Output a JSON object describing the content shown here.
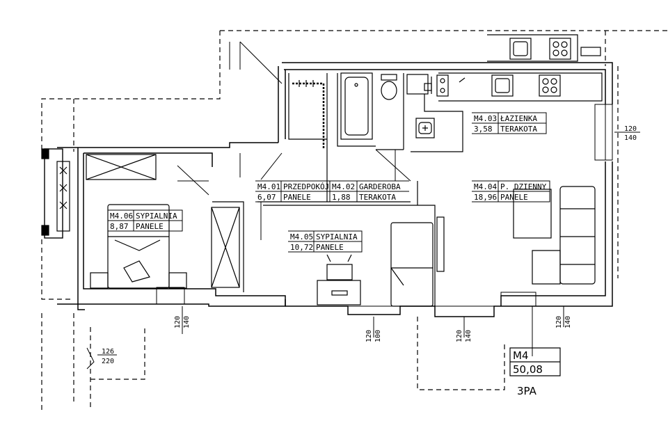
{
  "rooms": [
    {
      "code": "M4.01",
      "name": "PRZEDPOKÓJ",
      "area": "6,07",
      "finish": "PANELE"
    },
    {
      "code": "M4.02",
      "name": "GARDEROBA",
      "area": "1,88",
      "finish": "TERAKOTA"
    },
    {
      "code": "M4.03",
      "name": "ŁAZIENKA",
      "area": "3,58",
      "finish": "TERAKOTA"
    },
    {
      "code": "M4.04",
      "name": "P. DZIENNY",
      "area": "18,96",
      "finish": "PANELE"
    },
    {
      "code": "M4.05",
      "name": "SYPIALNIA",
      "area": "10,72",
      "finish": "PANELE"
    },
    {
      "code": "M4.06",
      "name": "SYPIALNIA",
      "area": "8,87",
      "finish": "PANELE"
    }
  ],
  "windows": [
    {
      "top": "120",
      "bottom": "140"
    },
    {
      "top": "120",
      "bottom": "140"
    },
    {
      "top": "120",
      "bottom": "100"
    },
    {
      "top": "120",
      "bottom": "140"
    },
    {
      "top": "120",
      "bottom": "140"
    }
  ],
  "balcony_door": {
    "top": "126",
    "bottom": "220"
  },
  "unit": {
    "code": "M4",
    "area": "50,08"
  },
  "unit_type": "3PA"
}
